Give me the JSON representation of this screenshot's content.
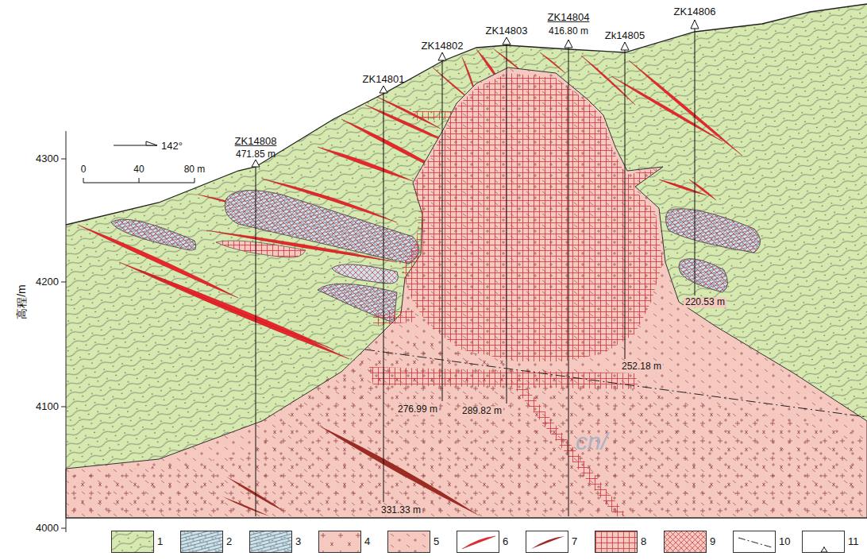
{
  "diagram": {
    "labels": [
      "ZK14808",
      "471.85 m",
      "ZK14801",
      "ZK14802",
      "ZK14803",
      "ZK14804",
      "416.80 m",
      "Zk14805",
      "ZK14806",
      "220.53 m",
      "252.18 m",
      "276.99 m",
      "289.82 m",
      "331.33 m",
      "142°",
      "0",
      "40",
      "80 m",
      "4300",
      "4200",
      "4100",
      "4000",
      "高程/m",
      "ZK14808",
      "471.85 m",
      "cn/"
    ],
    "legend": [
      {
        "text": "1",
        "color": "#d6eab0"
      },
      {
        "text": "2",
        "color": "#cde3ec"
      },
      {
        "text": "3",
        "color": "#cde3ec"
      },
      {
        "text": "4",
        "color": "#f5c8c0"
      },
      {
        "text": "5",
        "color": "#f5c8c0"
      },
      {
        "text": "6"
      },
      {
        "text": "7"
      },
      {
        "text": "8",
        "color": "#f5c8c0"
      },
      {
        "text": "9",
        "color": "#f5c8c0"
      },
      {
        "text": "10"
      },
      {
        "text": "11"
      }
    ]
  }
}
